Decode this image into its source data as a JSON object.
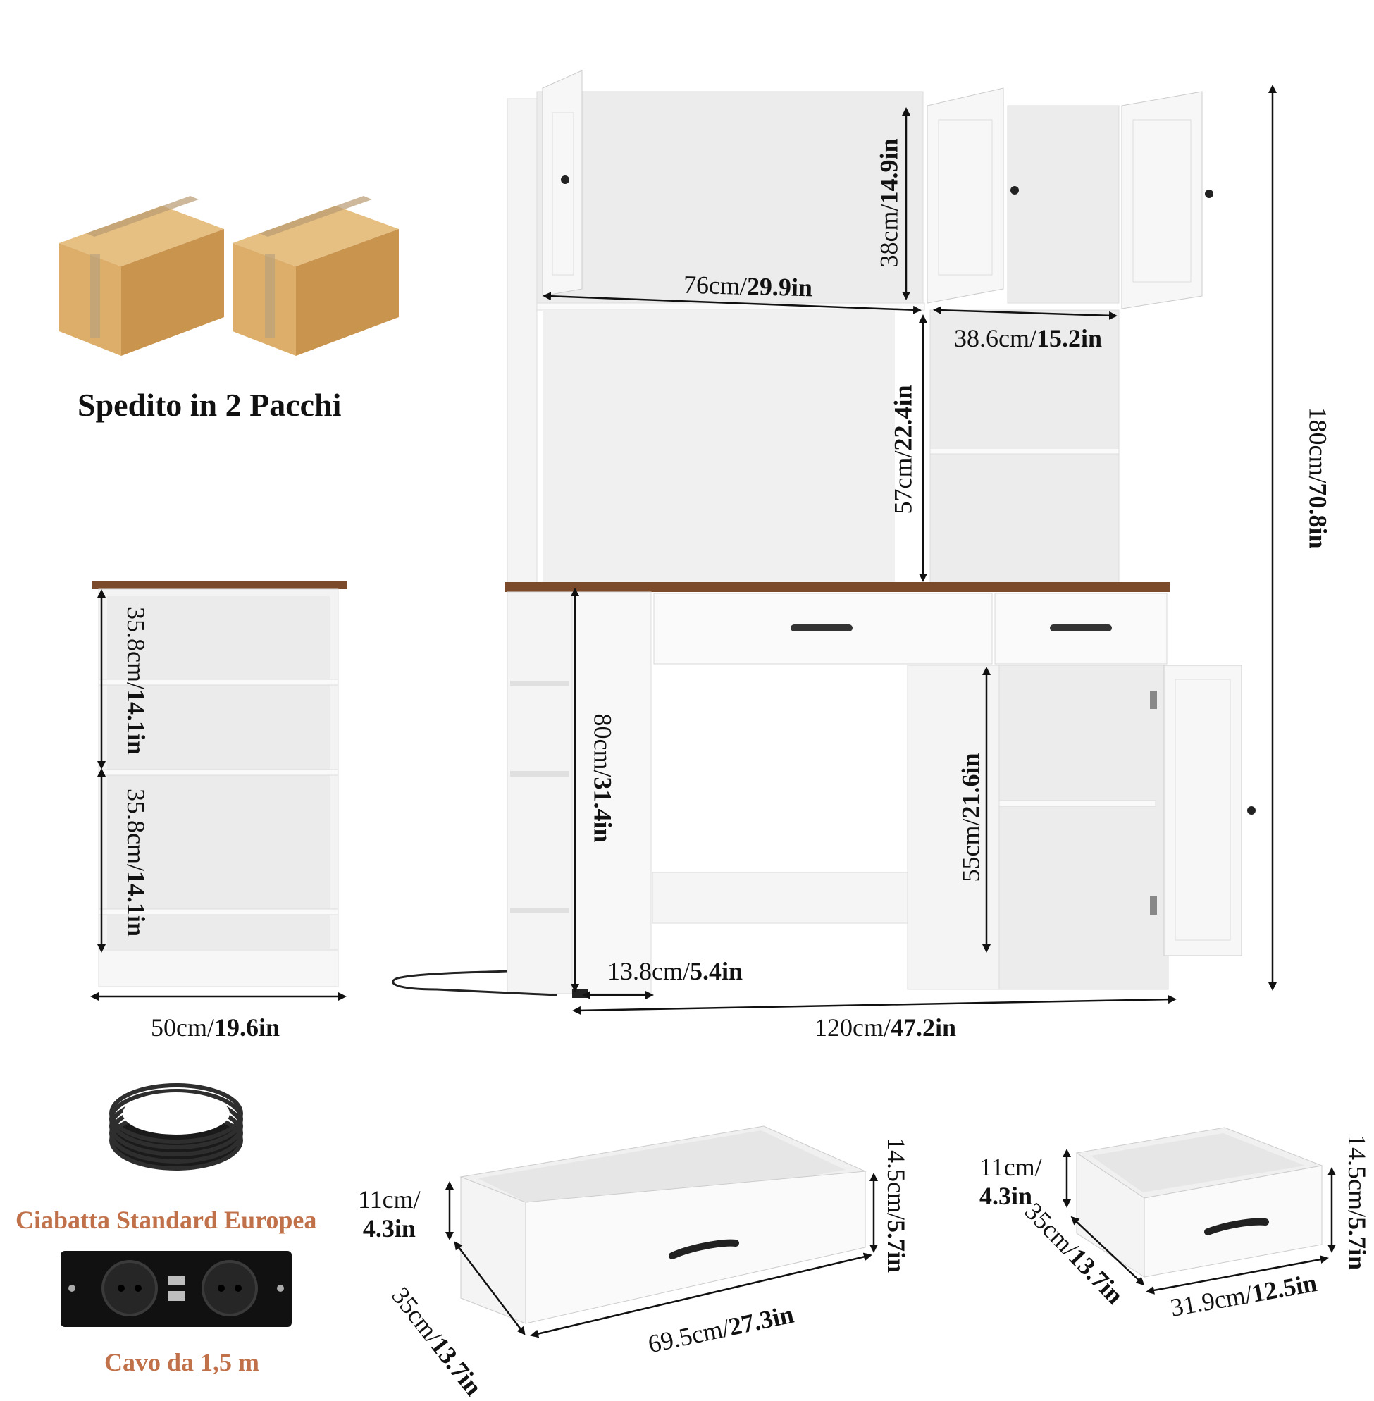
{
  "header": {
    "shipping_text": "Spedito in 2 Pacchi"
  },
  "accessories": {
    "power_strip_label": "Ciabatta Standard Europea",
    "cable_label": "Cavo da 1,5 m"
  },
  "dimensions": {
    "upper_cabinet_height": {
      "cm": "38cm/",
      "in": "14.9in"
    },
    "upper_width": {
      "cm": "76cm/",
      "in": "29.9in"
    },
    "side_shelf_width": {
      "cm": "38.6cm/",
      "in": "15.2in"
    },
    "hutch_height": {
      "cm": "57cm/",
      "in": "22.4in"
    },
    "total_height": {
      "cm": "180cm/",
      "in": "70.8in"
    },
    "desk_height": {
      "cm": "80cm/",
      "in": "31.4in"
    },
    "desk_cabinet_height": {
      "cm": "55cm/",
      "in": "21.6in"
    },
    "side_shelf_depth": {
      "cm": "13.8cm/",
      "in": "5.4in"
    },
    "total_width": {
      "cm": "120cm/",
      "in": "47.2in"
    },
    "side_view_shelf_1": {
      "cm": "35.8cm/",
      "in": "14.1in"
    },
    "side_view_shelf_2": {
      "cm": "35.8cm/",
      "in": "14.1in"
    },
    "side_view_depth": {
      "cm": "50cm/",
      "in": "19.6in"
    },
    "large_drawer": {
      "inner_height": {
        "cm": "11cm/",
        "in": "4.3in"
      },
      "outer_height": {
        "cm": "14.5cm/",
        "in": "5.7in"
      },
      "depth": {
        "cm": "35cm/",
        "in": "13.7in"
      },
      "width": {
        "cm": "69.5cm/",
        "in": "27.3in"
      }
    },
    "small_drawer": {
      "inner_height": {
        "cm": "11cm/",
        "in": "4.3in"
      },
      "outer_height": {
        "cm": "14.5cm/",
        "in": "5.7in"
      },
      "depth": {
        "cm": "35cm/",
        "in": "13.7in"
      },
      "width": {
        "cm": "31.9cm/",
        "in": "12.5in"
      }
    }
  },
  "colors": {
    "box": "#dcae6a",
    "box_dark": "#c9944e",
    "wood_top": "#7a4a2b",
    "accent_orange": "#c0714a",
    "panel": "#f4f4f4"
  }
}
